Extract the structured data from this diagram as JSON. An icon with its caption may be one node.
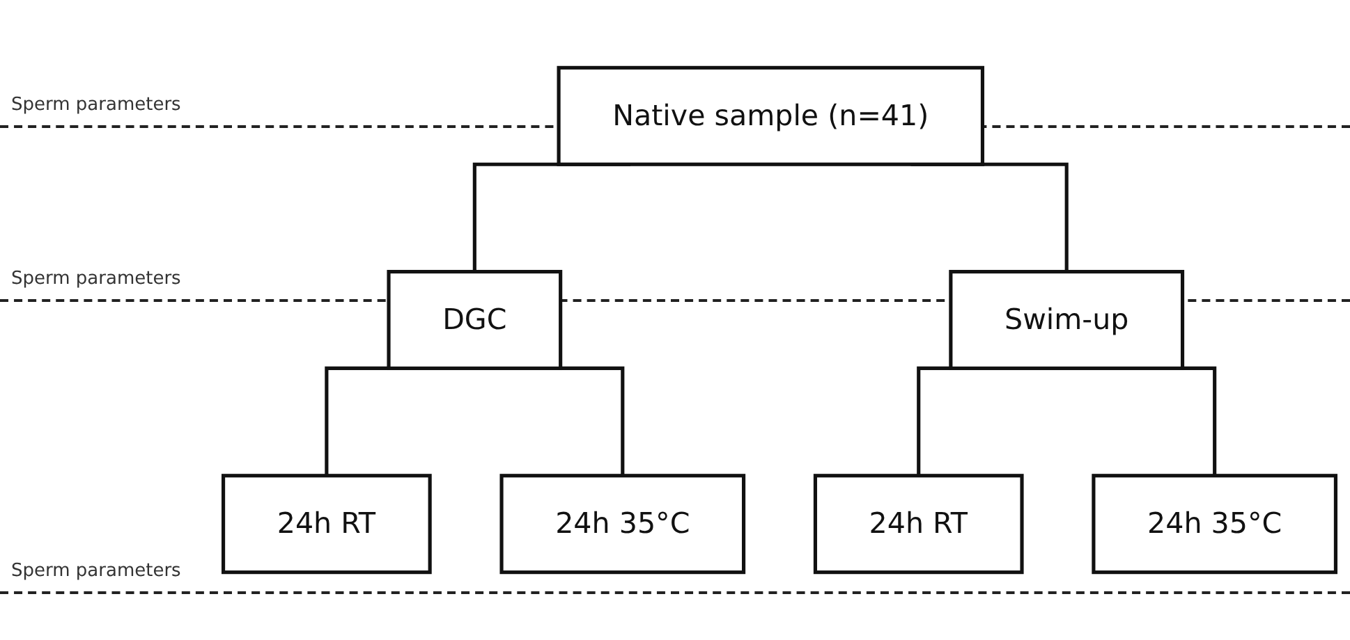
{
  "diagram": {
    "nodes": [
      {
        "text": [
          "Native sample (n=41)"
        ]
      },
      {
        "text": [
          "DGC"
        ]
      },
      {
        "text": [
          "Swim-up"
        ]
      },
      {
        "text": [
          "24h RT"
        ]
      },
      {
        "text": [
          "24h 35°C"
        ]
      },
      {
        "text": [
          "24h RT"
        ]
      },
      {
        "text": [
          "24h 35°C"
        ]
      }
    ],
    "edges": [
      {
        "from": 0,
        "to": 1,
        "arrow": "none"
      },
      {
        "from": 0,
        "to": 2,
        "arrow": "none"
      },
      {
        "from": 1,
        "to": 3,
        "arrow": "none"
      },
      {
        "from": 1,
        "to": 4,
        "arrow": "none"
      },
      {
        "from": 2,
        "to": 5,
        "arrow": "none"
      },
      {
        "from": 2,
        "to": 6,
        "arrow": "none"
      }
    ],
    "labels": [
      "Sperm parameters",
      "Sperm parameters",
      "Sperm parameters"
    ]
  }
}
